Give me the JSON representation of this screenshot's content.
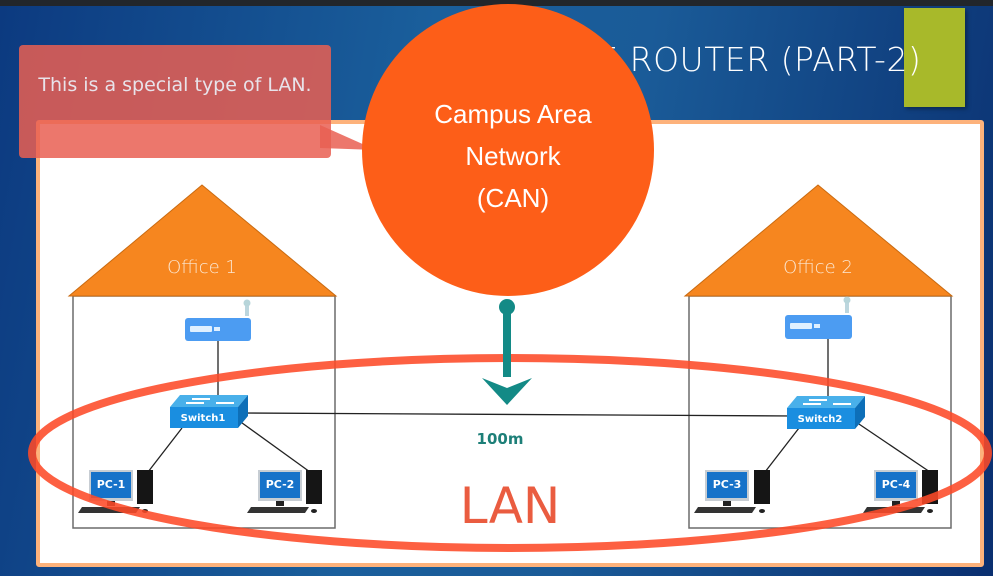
{
  "slide": {
    "title_visible": "HE ROUTER (PART-2)",
    "accent_color": "#a8b92a",
    "background_color": "#1a5f9c"
  },
  "callout": {
    "text": "This is a special type of LAN.",
    "color": "#e95f52"
  },
  "can_bubble": {
    "lines": [
      "Campus Area",
      "Network",
      "(CAN)"
    ],
    "color": "#fd5e18"
  },
  "offices": [
    {
      "label": "Office 1",
      "switch": "Switch1",
      "pcs": [
        "PC-1",
        "PC-2"
      ]
    },
    {
      "label": "Office 2",
      "switch": "Switch2",
      "pcs": [
        "PC-3",
        "PC-4"
      ]
    }
  ],
  "link": {
    "distance": "100m"
  },
  "lan_label": "LAN",
  "colors": {
    "roof": "#f6861f",
    "ellipse": "#fd4a28",
    "arrow": "#138a86",
    "panel_border": "#fdb27b"
  }
}
